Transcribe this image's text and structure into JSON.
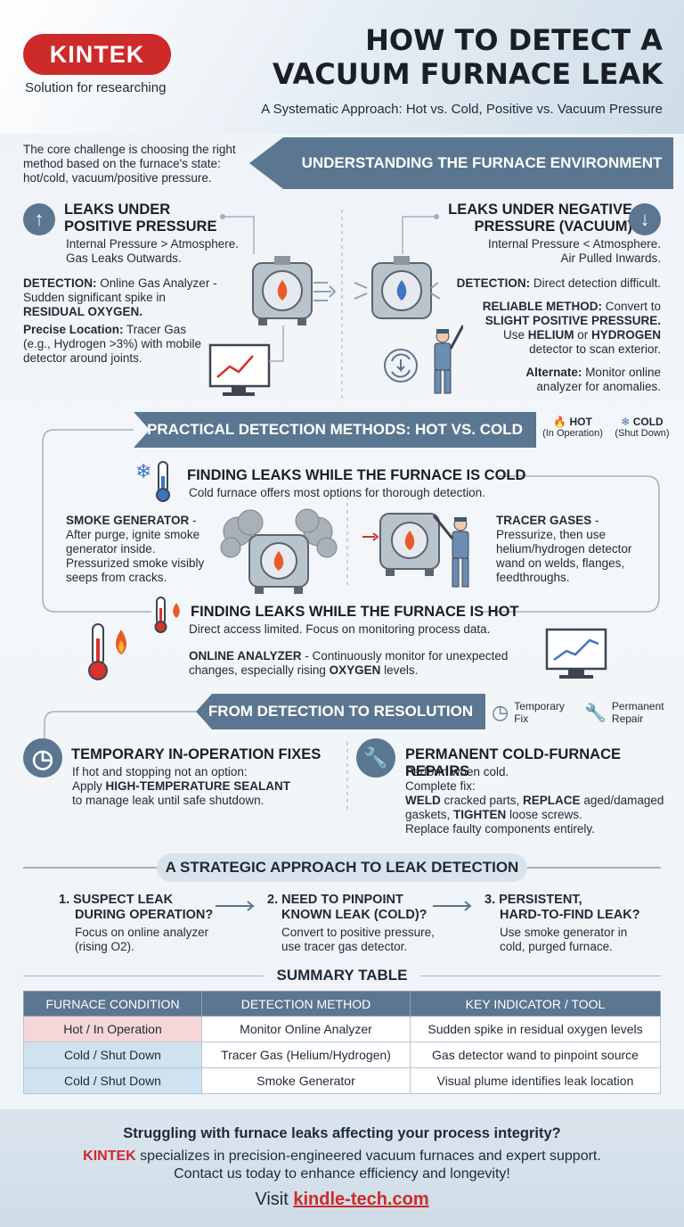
{
  "brand": {
    "logo_text": "KINTEK",
    "tagline": "Solution for researching",
    "accent_color": "#cd2a2a",
    "banner_color": "#5b7690"
  },
  "header": {
    "title_line1": "HOW TO DETECT A",
    "title_line2": "VACUUM FURNACE LEAK",
    "subtitle": "A Systematic Approach: Hot vs. Cold, Positive vs. Vacuum Pressure"
  },
  "intro": {
    "line1": "The core challenge is choosing the right",
    "line2": "method based on the furnace's state:",
    "line3": "hot/cold, vacuum/positive pressure."
  },
  "section1": {
    "banner": "UNDERSTANDING THE FURNACE ENVIRONMENT",
    "positive": {
      "title1": "LEAKS UNDER",
      "title2": "POSITIVE PRESSURE",
      "desc1": "Internal Pressure > Atmosphere.",
      "desc2": "Gas Leaks Outwards.",
      "detection_label": "DETECTION:",
      "detection_text1": " Online Gas Analyzer -",
      "detection_text2": "Sudden significant spike in",
      "detection_bold": "RESIDUAL OXYGEN.",
      "location_label": "Precise Location:",
      "location_text1": " Tracer Gas",
      "location_text2": "(e.g., Hydrogen >3%) with mobile",
      "location_text3": "detector around joints."
    },
    "negative": {
      "title1": "LEAKS UNDER NEGATIVE",
      "title2": "PRESSURE (VACUUM)",
      "desc1": "Internal Pressure < Atmosphere.",
      "desc2": "Air Pulled Inwards.",
      "detection_label": "DETECTION:",
      "detection_text": " Direct detection difficult.",
      "reliable_label": "RELIABLE METHOD:",
      "reliable_text1": " Convert to",
      "reliable_bold1": "SLIGHT POSITIVE PRESSURE.",
      "reliable_use": "Use ",
      "reliable_helium": "HELIUM",
      "reliable_or": " or ",
      "reliable_hydrogen": "HYDROGEN",
      "reliable_text3": "detector to scan exterior.",
      "alt_label": "Alternate:",
      "alt_text1": " Monitor online",
      "alt_text2": "analyzer for anomalies."
    }
  },
  "section2": {
    "banner": "PRACTICAL DETECTION METHODS: HOT VS. COLD",
    "legend_hot": "HOT",
    "legend_hot_sub": "(In Operation)",
    "legend_cold": "COLD",
    "legend_cold_sub": "(Shut Down)",
    "cold": {
      "title": "FINDING LEAKS WHILE THE FURNACE IS COLD",
      "desc": "Cold furnace offers most options for thorough detection.",
      "smoke_label": "SMOKE GENERATOR",
      "smoke_dash": " -",
      "smoke_text1": "After purge, ignite smoke",
      "smoke_text2": "generator inside.",
      "smoke_text3": "Pressurized smoke visibly",
      "smoke_text4": "seeps from cracks.",
      "tracer_label": "TRACER GASES",
      "tracer_dash": " -",
      "tracer_text1": "Pressurize, then use",
      "tracer_text2": "helium/hydrogen detector",
      "tracer_text3": "wand on welds, flanges,",
      "tracer_text4": "feedthroughs."
    },
    "hot": {
      "title": "FINDING LEAKS WHILE THE FURNACE IS HOT",
      "desc": "Direct access limited. Focus on monitoring process data.",
      "analyzer_label": "ONLINE ANALYZER",
      "analyzer_text1": " - Continuously monitor for unexpected",
      "analyzer_text2": "changes, especially rising ",
      "analyzer_bold": "OXYGEN",
      "analyzer_text3": " levels."
    }
  },
  "section3": {
    "banner": "FROM DETECTION TO RESOLUTION",
    "legend_temp1": "Temporary",
    "legend_temp2": "Fix",
    "legend_perm1": "Permanent",
    "legend_perm2": "Repair",
    "temp": {
      "title": "TEMPORARY IN-OPERATION FIXES",
      "text1": "If hot and stopping not an option:",
      "text2a": "Apply ",
      "text2b": "HIGH-TEMPERATURE SEALANT",
      "text3": "to manage leak until safe shutdown."
    },
    "perm": {
      "title": "PERMANENT COLD-FURNACE REPAIRS",
      "text1": "Perform when cold.",
      "text2": "Complete fix:",
      "weld": "WELD",
      "weld_text": " cracked parts, ",
      "replace": "REPLACE",
      "replace_text": " aged/damaged",
      "gaskets": "gaskets, ",
      "tighten": "TIGHTEN",
      "tighten_text": " loose screws.",
      "text5": "Replace faulty components entirely."
    }
  },
  "strategy": {
    "title": "A STRATEGIC APPROACH TO LEAK DETECTION",
    "steps": [
      {
        "head1": "1. SUSPECT LEAK",
        "head2": "DURING OPERATION?",
        "text1": "Focus on online analyzer",
        "text2": "(rising O2)."
      },
      {
        "head1": "2. NEED TO PINPOINT",
        "head2": "KNOWN LEAK (COLD)?",
        "text1": "Convert to positive pressure,",
        "text2": "use tracer gas detector."
      },
      {
        "head1": "3. PERSISTENT,",
        "head2": "HARD-TO-FIND LEAK?",
        "text1": "Use smoke generator in",
        "text2": "cold, purged furnace."
      }
    ]
  },
  "summary": {
    "title": "SUMMARY TABLE",
    "headers": [
      "FURNACE CONDITION",
      "DETECTION METHOD",
      "KEY INDICATOR / TOOL"
    ],
    "rows": [
      [
        "Hot / In Operation",
        "Monitor Online Analyzer",
        "Sudden spike in residual oxygen levels"
      ],
      [
        "Cold / Shut Down",
        "Tracer Gas (Helium/Hydrogen)",
        "Gas detector wand to pinpoint source"
      ],
      [
        "Cold / Shut Down",
        "Smoke Generator",
        "Visual plume identifies leak location"
      ]
    ]
  },
  "footer": {
    "headline": "Struggling with furnace leaks affecting your process integrity?",
    "brand": "KINTEK",
    "text1": " specializes in precision-engineered vacuum furnaces and expert support.",
    "text2": "Contact us today to enhance efficiency and longevity!",
    "visit": "Visit ",
    "link": "kindle-tech.com"
  }
}
